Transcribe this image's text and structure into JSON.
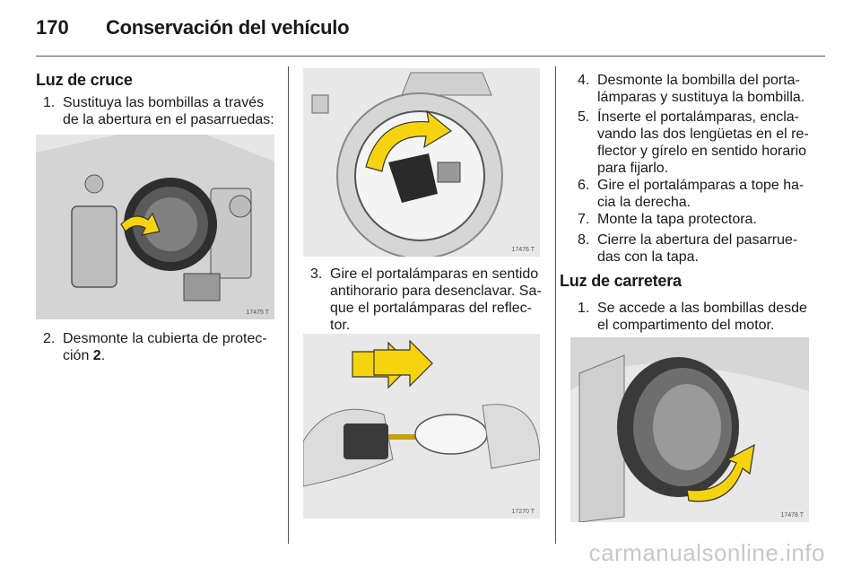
{
  "header": {
    "page_number": "170",
    "title": "Conservación del vehículo"
  },
  "col1": {
    "heading": "Luz de cruce",
    "step1": {
      "num": "1.",
      "line1": "Sustituya las bombillas a través",
      "line2": "de la abertura en el pasarruedas:"
    },
    "fig1_code": "17475 T",
    "step2": {
      "num": "2.",
      "line1": "Desmonte la cubierta de protec-",
      "line2_prefix": "ción ",
      "line2_bold": "2",
      "line2_suffix": "."
    }
  },
  "col2": {
    "fig2_code": "17476 T",
    "step3": {
      "num": "3.",
      "line1": "Gire el portalámparas en sentido",
      "line2": "antihorario para desenclavar. Sa-",
      "line3": "que el portalámparas del reflec-",
      "line4": "tor."
    },
    "fig3_code": "17270 T"
  },
  "col3": {
    "step4": {
      "num": "4.",
      "line1": "Desmonte la bombilla del porta-",
      "line2": "lámparas y sustituya la bombilla."
    },
    "step5": {
      "num": "5.",
      "line1": "Ínserte el portalámparas, encla-",
      "line2": "vando las dos lengüetas en el re-",
      "line3": "flector y gírelo en sentido horario",
      "line4": "para fijarlo."
    },
    "step6": {
      "num": "6.",
      "line1": "Gire el portalámparas a tope ha-",
      "line2": "cia la derecha."
    },
    "step7": {
      "num": "7.",
      "line1": "Monte la tapa protectora."
    },
    "step8": {
      "num": "8.",
      "line1": "Cierre la abertura del pasarrue-",
      "line2": "das con la tapa."
    },
    "heading2": "Luz de carretera",
    "step9": {
      "num": "1.",
      "line1": "Se accede a las bombillas desde",
      "line2": "el compartimento del motor."
    },
    "fig4_code": "17478 T"
  },
  "watermark": "carmanualsonline.info",
  "colors": {
    "arrow_yellow": "#f5d40f",
    "figure_bg": "#ececec",
    "rule": "#555555"
  }
}
